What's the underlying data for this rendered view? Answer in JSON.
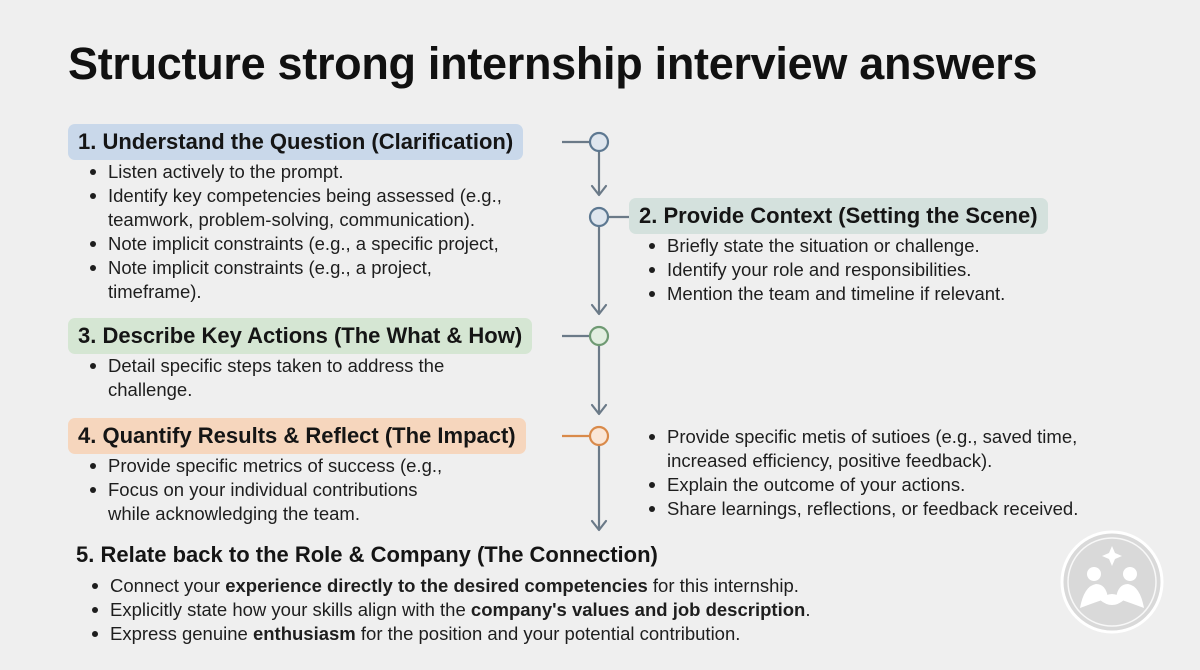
{
  "title": "Structure strong internship interview answers",
  "steps": [
    {
      "heading": "1. Understand the Question (Clarification)",
      "bullets": [
        "Listen actively to the prompt.",
        "Identify key competencies being assessed (e.g.,",
        "teamwork, problem-solving, communication).",
        "Note implicit constraints (e.g., a specific project,",
        "Note implicit constraints (e.g., a project,",
        "timeframe)."
      ]
    },
    {
      "heading": "2. Provide Context (Setting the Scene)",
      "bullets": [
        "Briefly state the situation or challenge.",
        "Identify your role and responsibilities.",
        "Mention the team and timeline if relevant."
      ]
    },
    {
      "heading": "3. Describe Key Actions (The What & How)",
      "bullets": [
        "Detail specific steps taken to address the",
        "challenge."
      ]
    },
    {
      "heading": "4. Quantify Results & Reflect (The Impact)",
      "bullets": [
        "Provide specific metrics of success (e.g.,",
        "Focus on your individual contributions",
        "while acknowledging the team."
      ],
      "side_bullets": [
        "Provide specific metis of sutioes (e.g., saved time,",
        "increased efficiency, positive feedback).",
        "Explain the outcome of your actions.",
        "Share learnings, reflections, or feedback received."
      ]
    },
    {
      "heading": "5. Relate back to the Role & Company (The Connection)",
      "bullets": [
        {
          "pre": "Connect your ",
          "bold": "experience directly to the desired competencies",
          "post": " for this internship."
        },
        {
          "pre": "Explicitly state how your skills align with the ",
          "bold": "company's values and job description",
          "post": "."
        },
        {
          "pre": "Express genuine ",
          "bold": "enthusiasm",
          "post": " for the position and your potential contribution."
        }
      ]
    }
  ],
  "colors": {
    "step1": "#c9d8ea",
    "step2": "#d4e1dd",
    "step3": "#d5e6d3",
    "step4": "#f6d6bd",
    "connector": "#6b7a88",
    "node_blue": "#5d7891",
    "node_green": "#6f9a73",
    "node_orange": "#d98a4a"
  },
  "icons": [
    "flow-node-icon",
    "arrow-down-icon",
    "watermark-logo-icon"
  ]
}
